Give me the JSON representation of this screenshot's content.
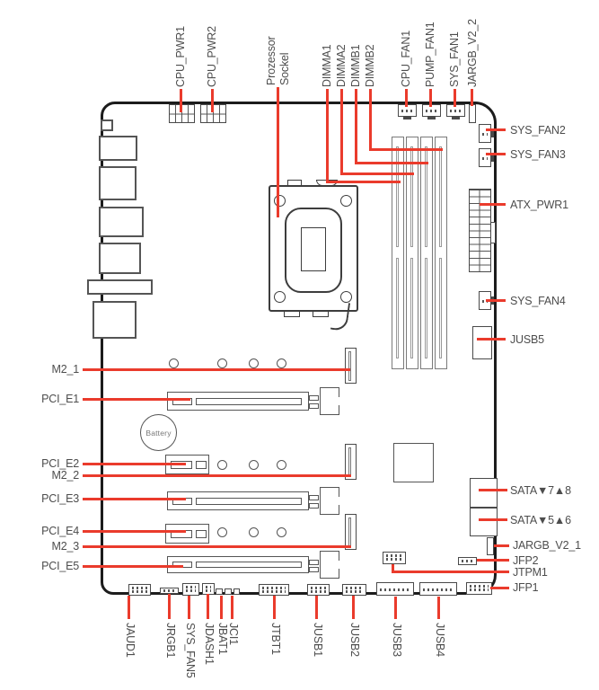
{
  "title": "Motherboard layout diagram",
  "colors": {
    "callout_line": "#ea3b2c",
    "label_text": "#4d4d4d",
    "board_outline": "#1c1c1c"
  },
  "labels": {
    "top": [
      "CPU_PWR1",
      "CPU_PWR2",
      "DIMMA1",
      "DIMMA2",
      "DIMMB1",
      "DIMMB2",
      "CPU_FAN1",
      "PUMP_FAN1",
      "SYS_FAN1",
      "JARGB_V2_2"
    ],
    "socket": [
      "Prozessor",
      "Sockel"
    ],
    "left": [
      "M2_1",
      "PCI_E1",
      "PCI_E2",
      "M2_2",
      "PCI_E3",
      "PCI_E4",
      "M2_3",
      "PCI_E5"
    ],
    "right": [
      "SYS_FAN2",
      "SYS_FAN3",
      "ATX_PWR1",
      "SYS_FAN4",
      "JUSB5",
      "SATA▼7▲8",
      "SATA▼5▲6",
      "JARGB_V2_1",
      "JFP2",
      "JTPM1",
      "JFP1"
    ],
    "bottom": [
      "JAUD1",
      "JRGB1",
      "SYS_FAN5",
      "JDASH1",
      "JBAT1",
      "JCI1",
      "JTBT1",
      "JUSB1",
      "JUSB2",
      "JUSB3",
      "JUSB4"
    ],
    "battery": "Battery"
  }
}
